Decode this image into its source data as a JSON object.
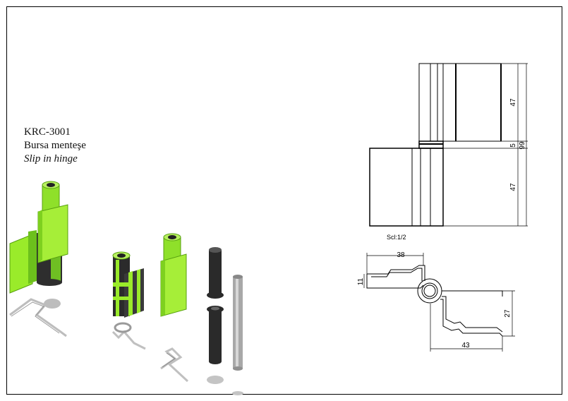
{
  "product": {
    "code": "KRC-3001",
    "name_tr": "Bursa menteşe",
    "name_en": "Slip in hinge"
  },
  "drawing": {
    "scale_label": "Scl:1/2",
    "dimensions": {
      "upper_leaf_height": "47",
      "gap": "5",
      "total_height": "99",
      "lower_leaf_height": "47",
      "top_width": "38",
      "left_offset": "11",
      "bottom_width": "43",
      "right_offset": "27"
    }
  },
  "colors": {
    "hinge_green": "#9aeb2a",
    "hinge_green_dark": "#58a010",
    "hinge_green_light": "#c8f870",
    "pin_black": "#2a2a2a",
    "pin_grey": "#a8a8a8",
    "shadow_grey": "#bdbdbd"
  }
}
